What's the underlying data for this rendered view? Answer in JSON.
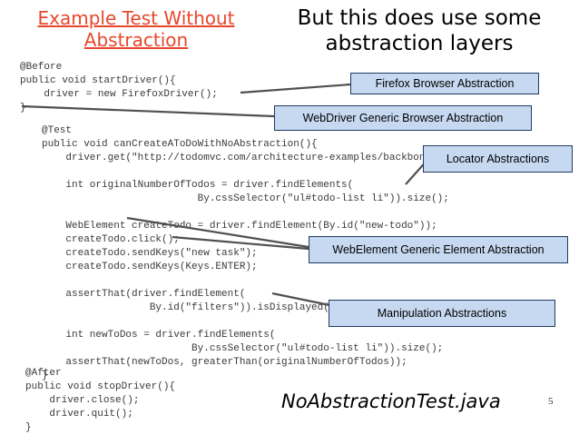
{
  "title_left": "Example Test Without Abstraction",
  "title_right": "But this does use some abstraction layers",
  "code_before": [
    "@Before",
    "public void startDriver(){",
    "    driver = new FirefoxDriver();",
    "}"
  ],
  "code_test": [
    "@Test",
    "public void canCreateAToDoWithNoAbstraction(){",
    "    driver.get(\"http://todomvc.com/architecture-examples/backbone/\");",
    "",
    "    int originalNumberOfTodos = driver.findElements(",
    "                          By.cssSelector(\"ul#todo-list li\")).size();",
    "",
    "    WebElement createTodo = driver.findElement(By.id(\"new-todo\"));",
    "    createTodo.click();",
    "    createTodo.sendKeys(\"new task\");",
    "    createTodo.sendKeys(Keys.ENTER);",
    "",
    "    assertThat(driver.findElement(",
    "                  By.id(\"filters\")).isDisplayed(), is(true));",
    "",
    "    int newToDos = driver.findElements(",
    "                         By.cssSelector(\"ul#todo-list li\")).size();",
    "    assertThat(newToDos, greaterThan(originalNumberOfTodos));",
    "}"
  ],
  "code_after": [
    "@After",
    "public void stopDriver(){",
    "    driver.close();",
    "    driver.quit();",
    "}"
  ],
  "callouts": {
    "firefox": "Firefox Browser Abstraction",
    "webdriver": "WebDriver Generic Browser Abstraction",
    "locator": "Locator Abstractions",
    "webelement": "WebElement Generic Element Abstraction",
    "manipulation": "Manipulation Abstractions"
  },
  "filename": "NoAbstractionTest.java",
  "slide_number": "5",
  "colors": {
    "title_left": "#e8472d",
    "callout_fill": "#c6d9f1",
    "callout_border": "#1f3a60"
  }
}
